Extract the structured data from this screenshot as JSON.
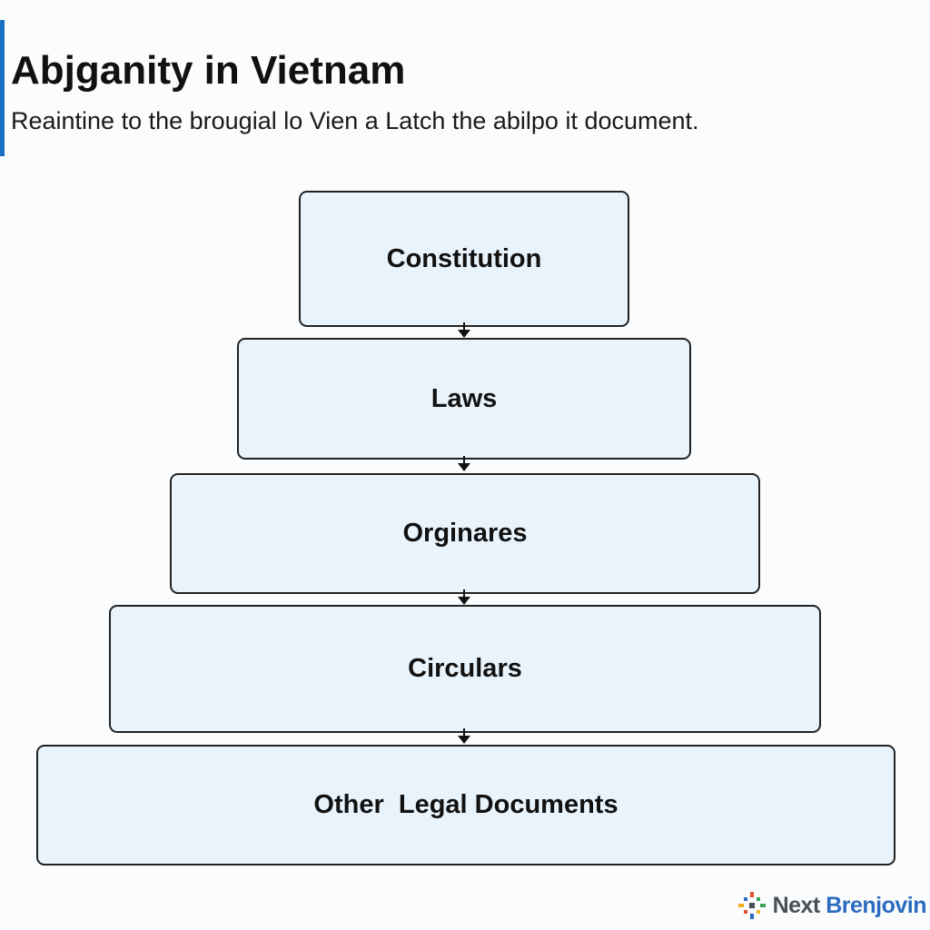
{
  "header": {
    "title": "Abjganity in Vietnam",
    "subtitle": "Reaintine to the brougial lo Vien a Latch the abilpo it document."
  },
  "diagram": {
    "tiers": [
      {
        "label": "Constitution"
      },
      {
        "label": "Laws"
      },
      {
        "label": "Orginares"
      },
      {
        "label": "Circulars"
      },
      {
        "label": "Other  Legal Documents"
      }
    ]
  },
  "watermark": {
    "icon": "brand-logo-icon",
    "text_part1": "Next ",
    "text_part2": "Brenjovin"
  },
  "colors": {
    "accent": "#1a6fc4",
    "tier_fill": "#e8f3fc",
    "tier_border": "#222222",
    "watermark_blue": "#2b6cc0"
  }
}
